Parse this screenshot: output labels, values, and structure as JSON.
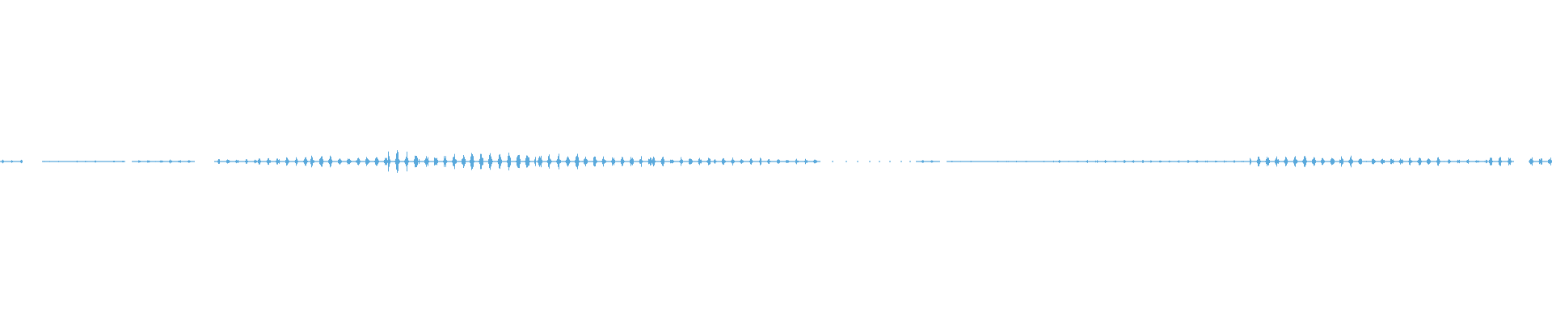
{
  "waveform": {
    "color": "#5aa9dc",
    "background": "#ffffff",
    "segments": [
      {
        "start": 0.0,
        "end": 0.014,
        "level": 0.14
      },
      {
        "start": 0.027,
        "end": 0.031,
        "level": 0.06
      },
      {
        "start": 0.032,
        "end": 0.08,
        "level": 0.08
      },
      {
        "start": 0.085,
        "end": 0.1,
        "level": 0.14
      },
      {
        "start": 0.1,
        "end": 0.125,
        "level": 0.16
      },
      {
        "start": 0.138,
        "end": 0.165,
        "level": 0.2
      },
      {
        "start": 0.165,
        "end": 0.2,
        "level": 0.36
      },
      {
        "start": 0.2,
        "end": 0.25,
        "level": 0.52
      },
      {
        "start": 0.25,
        "end": 0.27,
        "level": 0.9
      },
      {
        "start": 0.27,
        "end": 0.3,
        "level": 0.66
      },
      {
        "start": 0.3,
        "end": 0.345,
        "level": 0.78
      },
      {
        "start": 0.345,
        "end": 0.375,
        "level": 0.66
      },
      {
        "start": 0.375,
        "end": 0.42,
        "level": 0.48
      },
      {
        "start": 0.42,
        "end": 0.46,
        "level": 0.42
      },
      {
        "start": 0.46,
        "end": 0.49,
        "level": 0.32
      },
      {
        "start": 0.49,
        "end": 0.528,
        "level": 0.22
      },
      {
        "start": 0.59,
        "end": 0.605,
        "level": 0.12
      },
      {
        "start": 0.61,
        "end": 0.68,
        "level": 0.07
      },
      {
        "start": 0.68,
        "end": 0.74,
        "level": 0.13
      },
      {
        "start": 0.74,
        "end": 0.8,
        "level": 0.12
      },
      {
        "start": 0.8,
        "end": 0.805,
        "level": 0.1
      },
      {
        "start": 0.805,
        "end": 0.88,
        "level": 0.48
      },
      {
        "start": 0.88,
        "end": 0.93,
        "level": 0.36
      },
      {
        "start": 0.93,
        "end": 0.958,
        "level": 0.2
      },
      {
        "start": 0.958,
        "end": 0.975,
        "level": 0.38
      },
      {
        "start": 0.985,
        "end": 1.0,
        "level": 0.4
      }
    ],
    "sparse_ticks": [
      0.536,
      0.545,
      0.552,
      0.56,
      0.566,
      0.573,
      0.58,
      0.586
    ]
  }
}
